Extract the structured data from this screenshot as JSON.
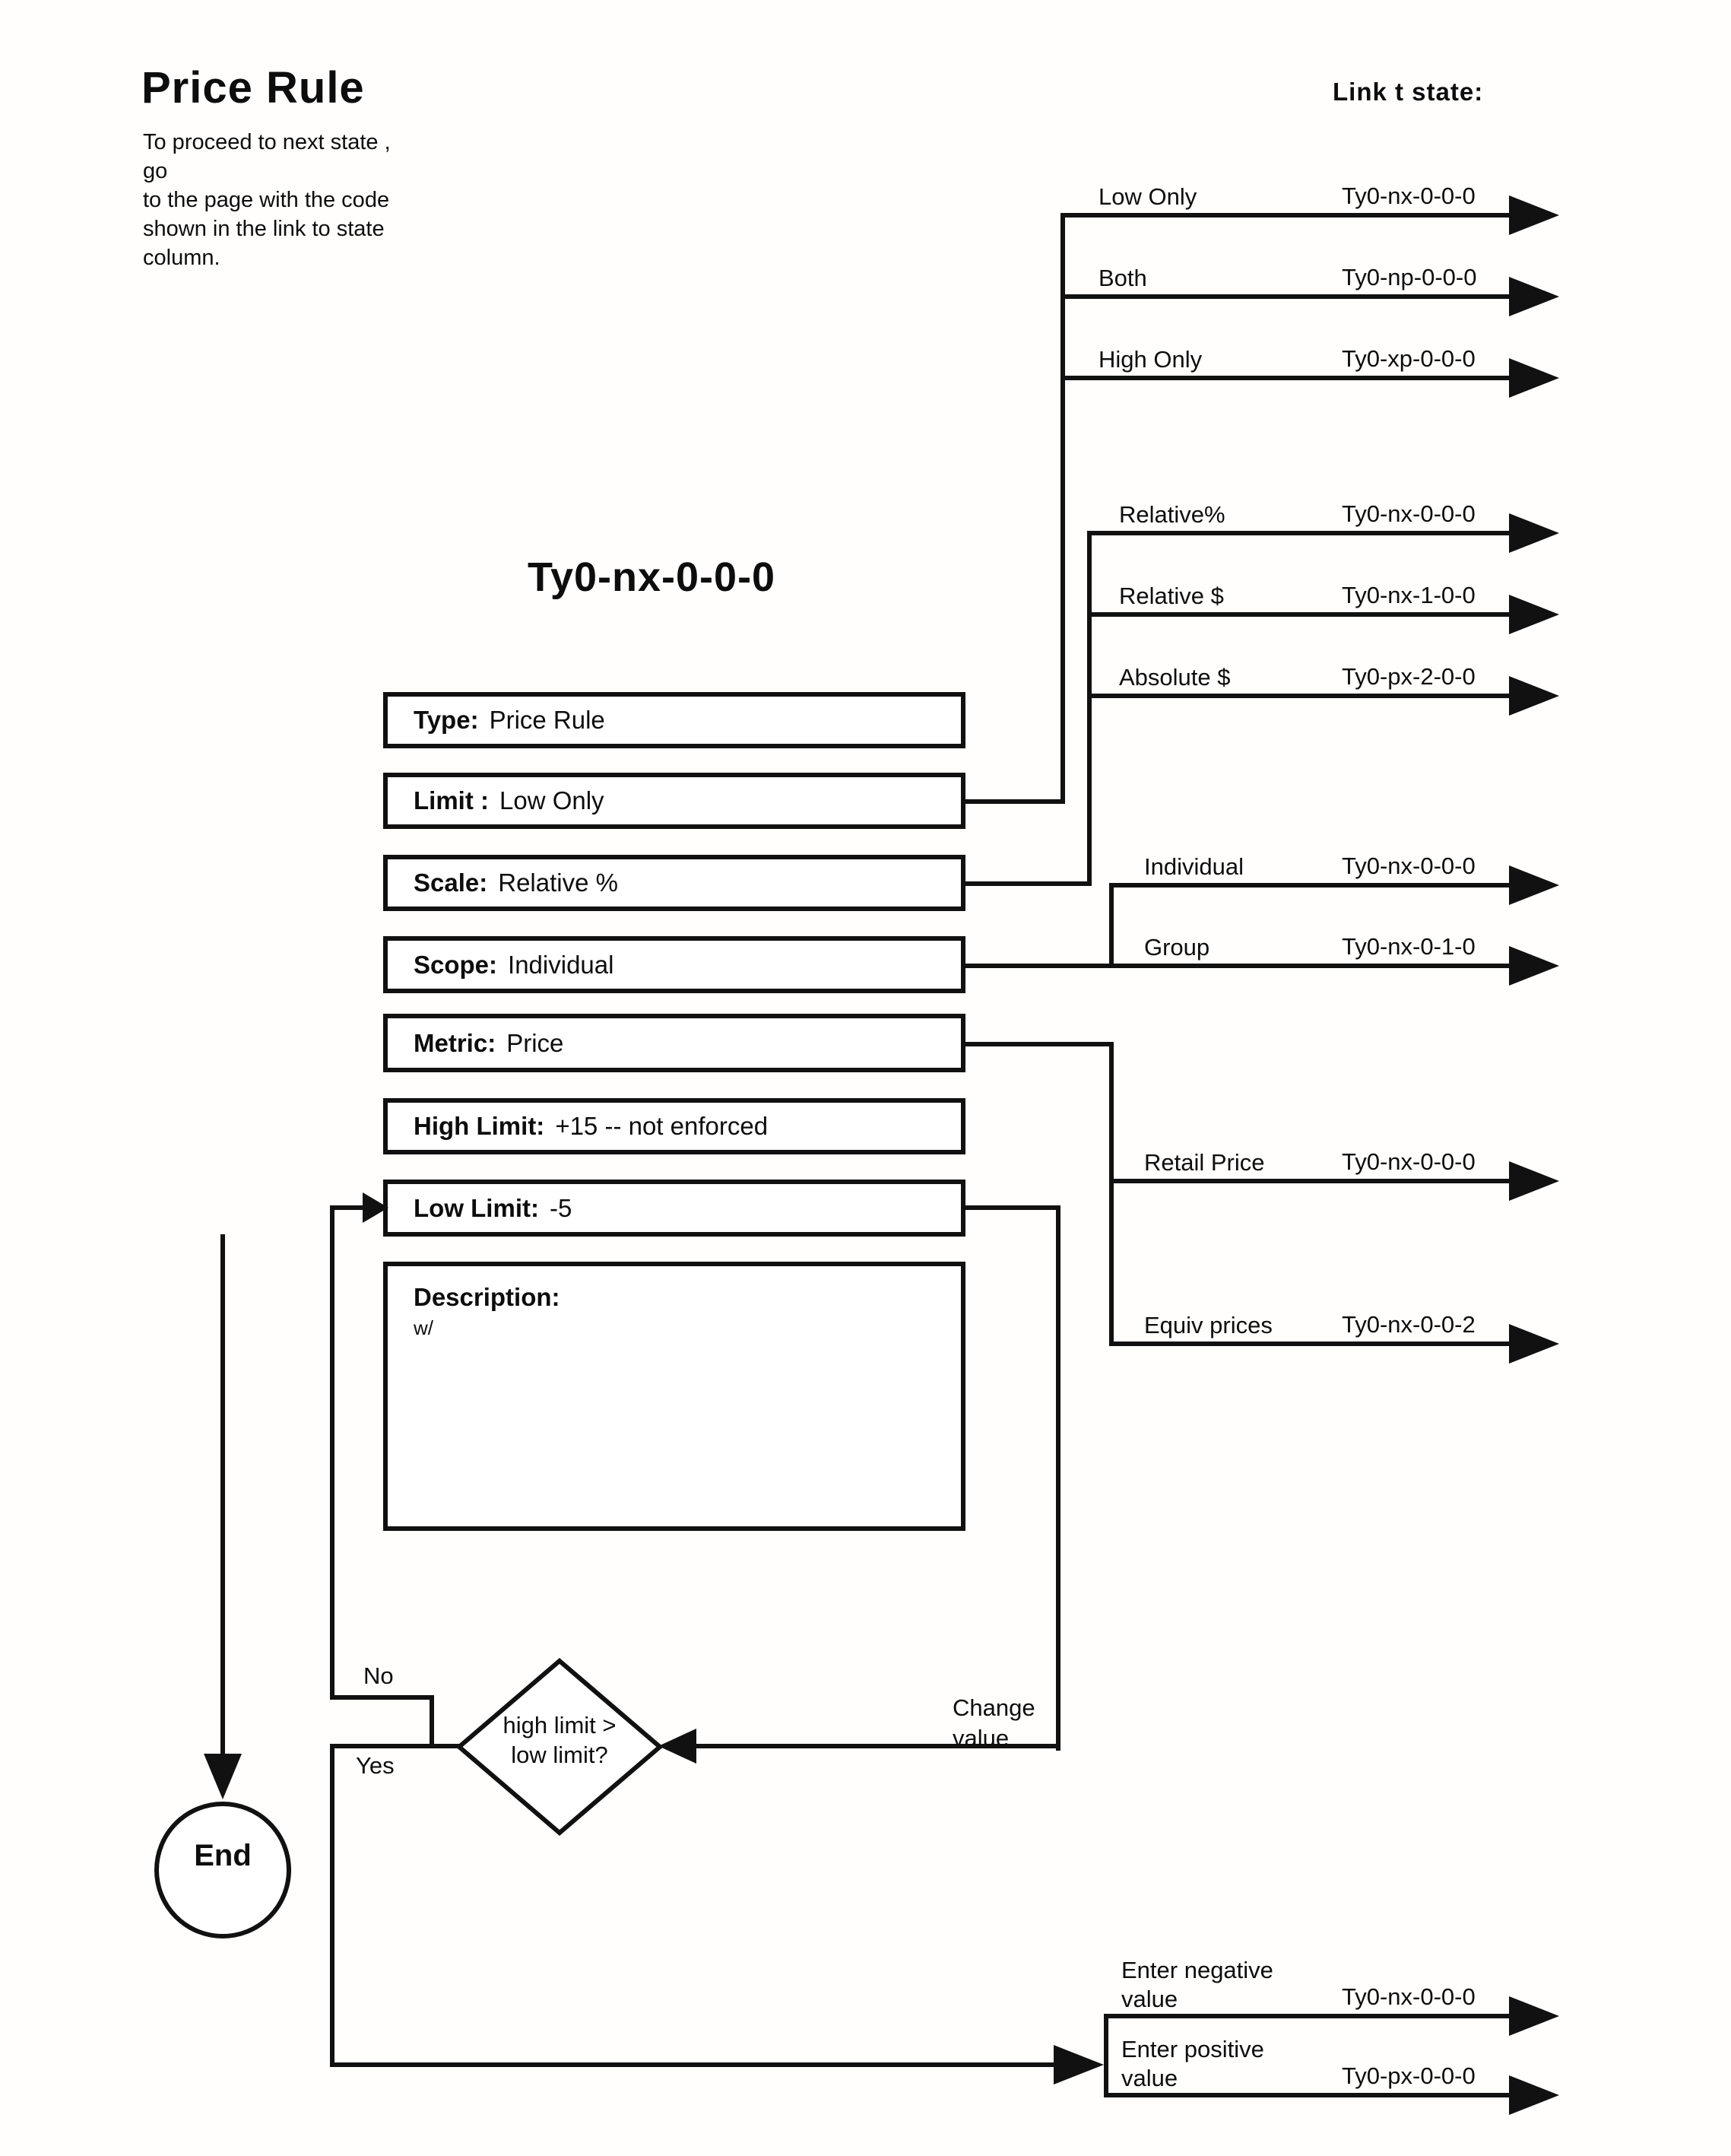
{
  "header": {
    "title": "Price Rule",
    "instructions": "To proceed to next state , go\nto the page with the code\nshown in the link to state\ncolumn.",
    "link_column_label": "Link t  state:"
  },
  "state": {
    "code_title": "Ty0-nx-0-0-0"
  },
  "fields": [
    {
      "label": "Type:",
      "value": "Price Rule"
    },
    {
      "label": "Limit :",
      "value": "Low Only"
    },
    {
      "label": "Scale:",
      "value": "Relative %"
    },
    {
      "label": "Scope:",
      "value": "Individual"
    },
    {
      "label": "Metric:",
      "value": "Price"
    },
    {
      "label": "High Limit:",
      "value": "+15  -- not enforced"
    },
    {
      "label": "Low Limit:",
      "value": "-5"
    },
    {
      "label": "Description:",
      "value": "w/"
    }
  ],
  "links": [
    {
      "label": "Low Only",
      "code": "Ty0-nx-0-0-0"
    },
    {
      "label": "Both",
      "code": "Ty0-np-0-0-0"
    },
    {
      "label": "High Only",
      "code": "Ty0-xp-0-0-0"
    },
    {
      "label": "Relative%",
      "code": "Ty0-nx-0-0-0"
    },
    {
      "label": "Relative $",
      "code": "Ty0-nx-1-0-0"
    },
    {
      "label": "Absolute $",
      "code": "Ty0-px-2-0-0"
    },
    {
      "label": "Individual",
      "code": "Ty0-nx-0-0-0"
    },
    {
      "label": "Group",
      "code": "Ty0-nx-0-1-0"
    },
    {
      "label": "Retail Price",
      "code": "Ty0-nx-0-0-0"
    },
    {
      "label": "Equiv prices",
      "code": "Ty0-nx-0-0-2"
    },
    {
      "label": "Enter negative\nvalue",
      "code": "Ty0-nx-0-0-0"
    },
    {
      "label": "Enter positive\nvalue",
      "code": "Ty0-px-0-0-0"
    }
  ],
  "decision": {
    "question": "high limit >\nlow limit?",
    "no_label": "No",
    "yes_label": "Yes",
    "change_value_label": "Change\nvalue",
    "end_label": "End"
  },
  "colors": {
    "ink": "#111111",
    "paper": "#fffefd"
  }
}
